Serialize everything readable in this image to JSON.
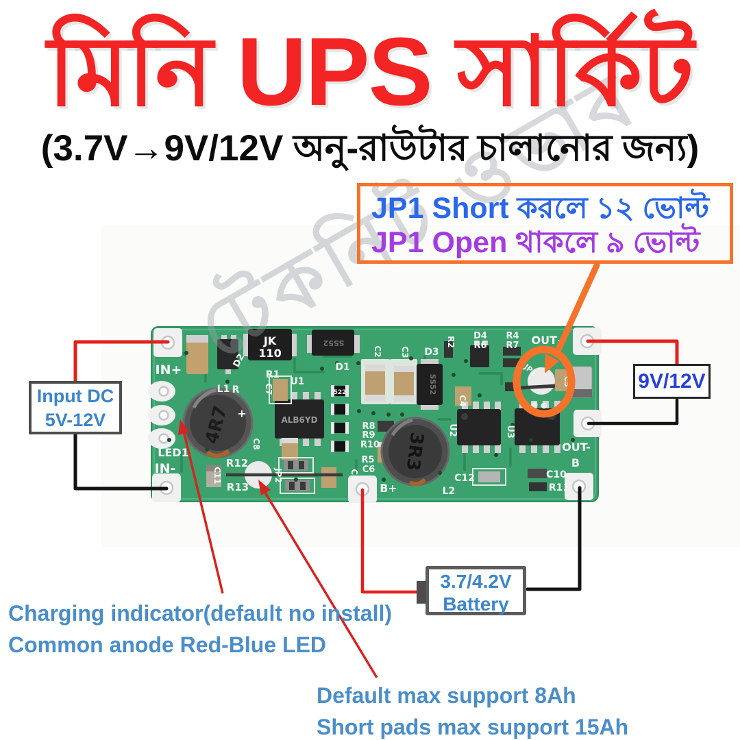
{
  "header": {
    "title": "মিনি UPS সার্কিট",
    "subtitle": "(3.7V→9V/12V অনু-রাউটার চালানোর জন্য)"
  },
  "jumper_note": {
    "line1": "JP1 Short করলে ১২ ভোল্ট",
    "line2": "JP1 Open থাকলে ৯ ভোল্ট"
  },
  "input_box": {
    "line1": "Input DC",
    "line2": "5V-12V"
  },
  "output_box": {
    "label": "9V/12V"
  },
  "battery_box": {
    "line1": "3.7/4.2V",
    "line2": "Battery"
  },
  "notes": {
    "charging_line1": "Charging indicator(default no install)",
    "charging_line2": "Common anode Red-Blue LED",
    "support_line1": "Default max support 8Ah",
    "support_line2": "Short pads max support 15Ah"
  },
  "watermark": {
    "text": "টেকনিট ওভাব"
  },
  "pcb": {
    "labels": {
      "in_plus": "IN+",
      "r": "R",
      "plus": "+",
      "led1": "LED1",
      "in_minus": "IN-",
      "d2": "D2",
      "r1": "R1",
      "u1": "U1",
      "c7": "C7",
      "l1": "L1",
      "d1": "D1",
      "c2": "C2",
      "c3": "C3",
      "d3": "D3",
      "r2": "R2",
      "d4": "D4",
      "r6": "R6",
      "r4": "R4",
      "r7": "R7",
      "out_plus": "OUT+",
      "jp1": "JP1",
      "c5": "C5",
      "out_minus": "OUT-",
      "b": "B",
      "c10": "C10",
      "r11": "R11",
      "c12": "C12",
      "l2": "L2",
      "b_plus": "B+",
      "c6": "C6",
      "c9": "C9",
      "r5": "R5",
      "r10": "R10",
      "r9": "R9",
      "r8": "R8",
      "c8": "C8",
      "r12": "R12",
      "r13": "R13",
      "jp2": "JP2",
      "c11": "C11",
      "c4": "C4",
      "u2": "U2",
      "u3": "U3"
    },
    "markings": {
      "jk_line1": "JK",
      "jk_line2": "110",
      "diode_top": "SS52",
      "diode_right": "SS52",
      "u1_chip": "ALB6YD",
      "l1_inductor": "4R7",
      "l2_inductor": "3R3",
      "resistor_code": "522"
    }
  },
  "colors": {
    "title_red": "#f22424",
    "accent_orange": "#f5722b",
    "note_blue": "#2968e8",
    "note_purple": "#a43ce2",
    "callout_blue": "#3c86cb",
    "output_blue": "#2742d7",
    "text_blue": "#4a8ec9",
    "board_green": "#3ba26d",
    "wire_red": "#e3201b",
    "wire_black": "#141414",
    "arrow_red": "#d62420"
  }
}
